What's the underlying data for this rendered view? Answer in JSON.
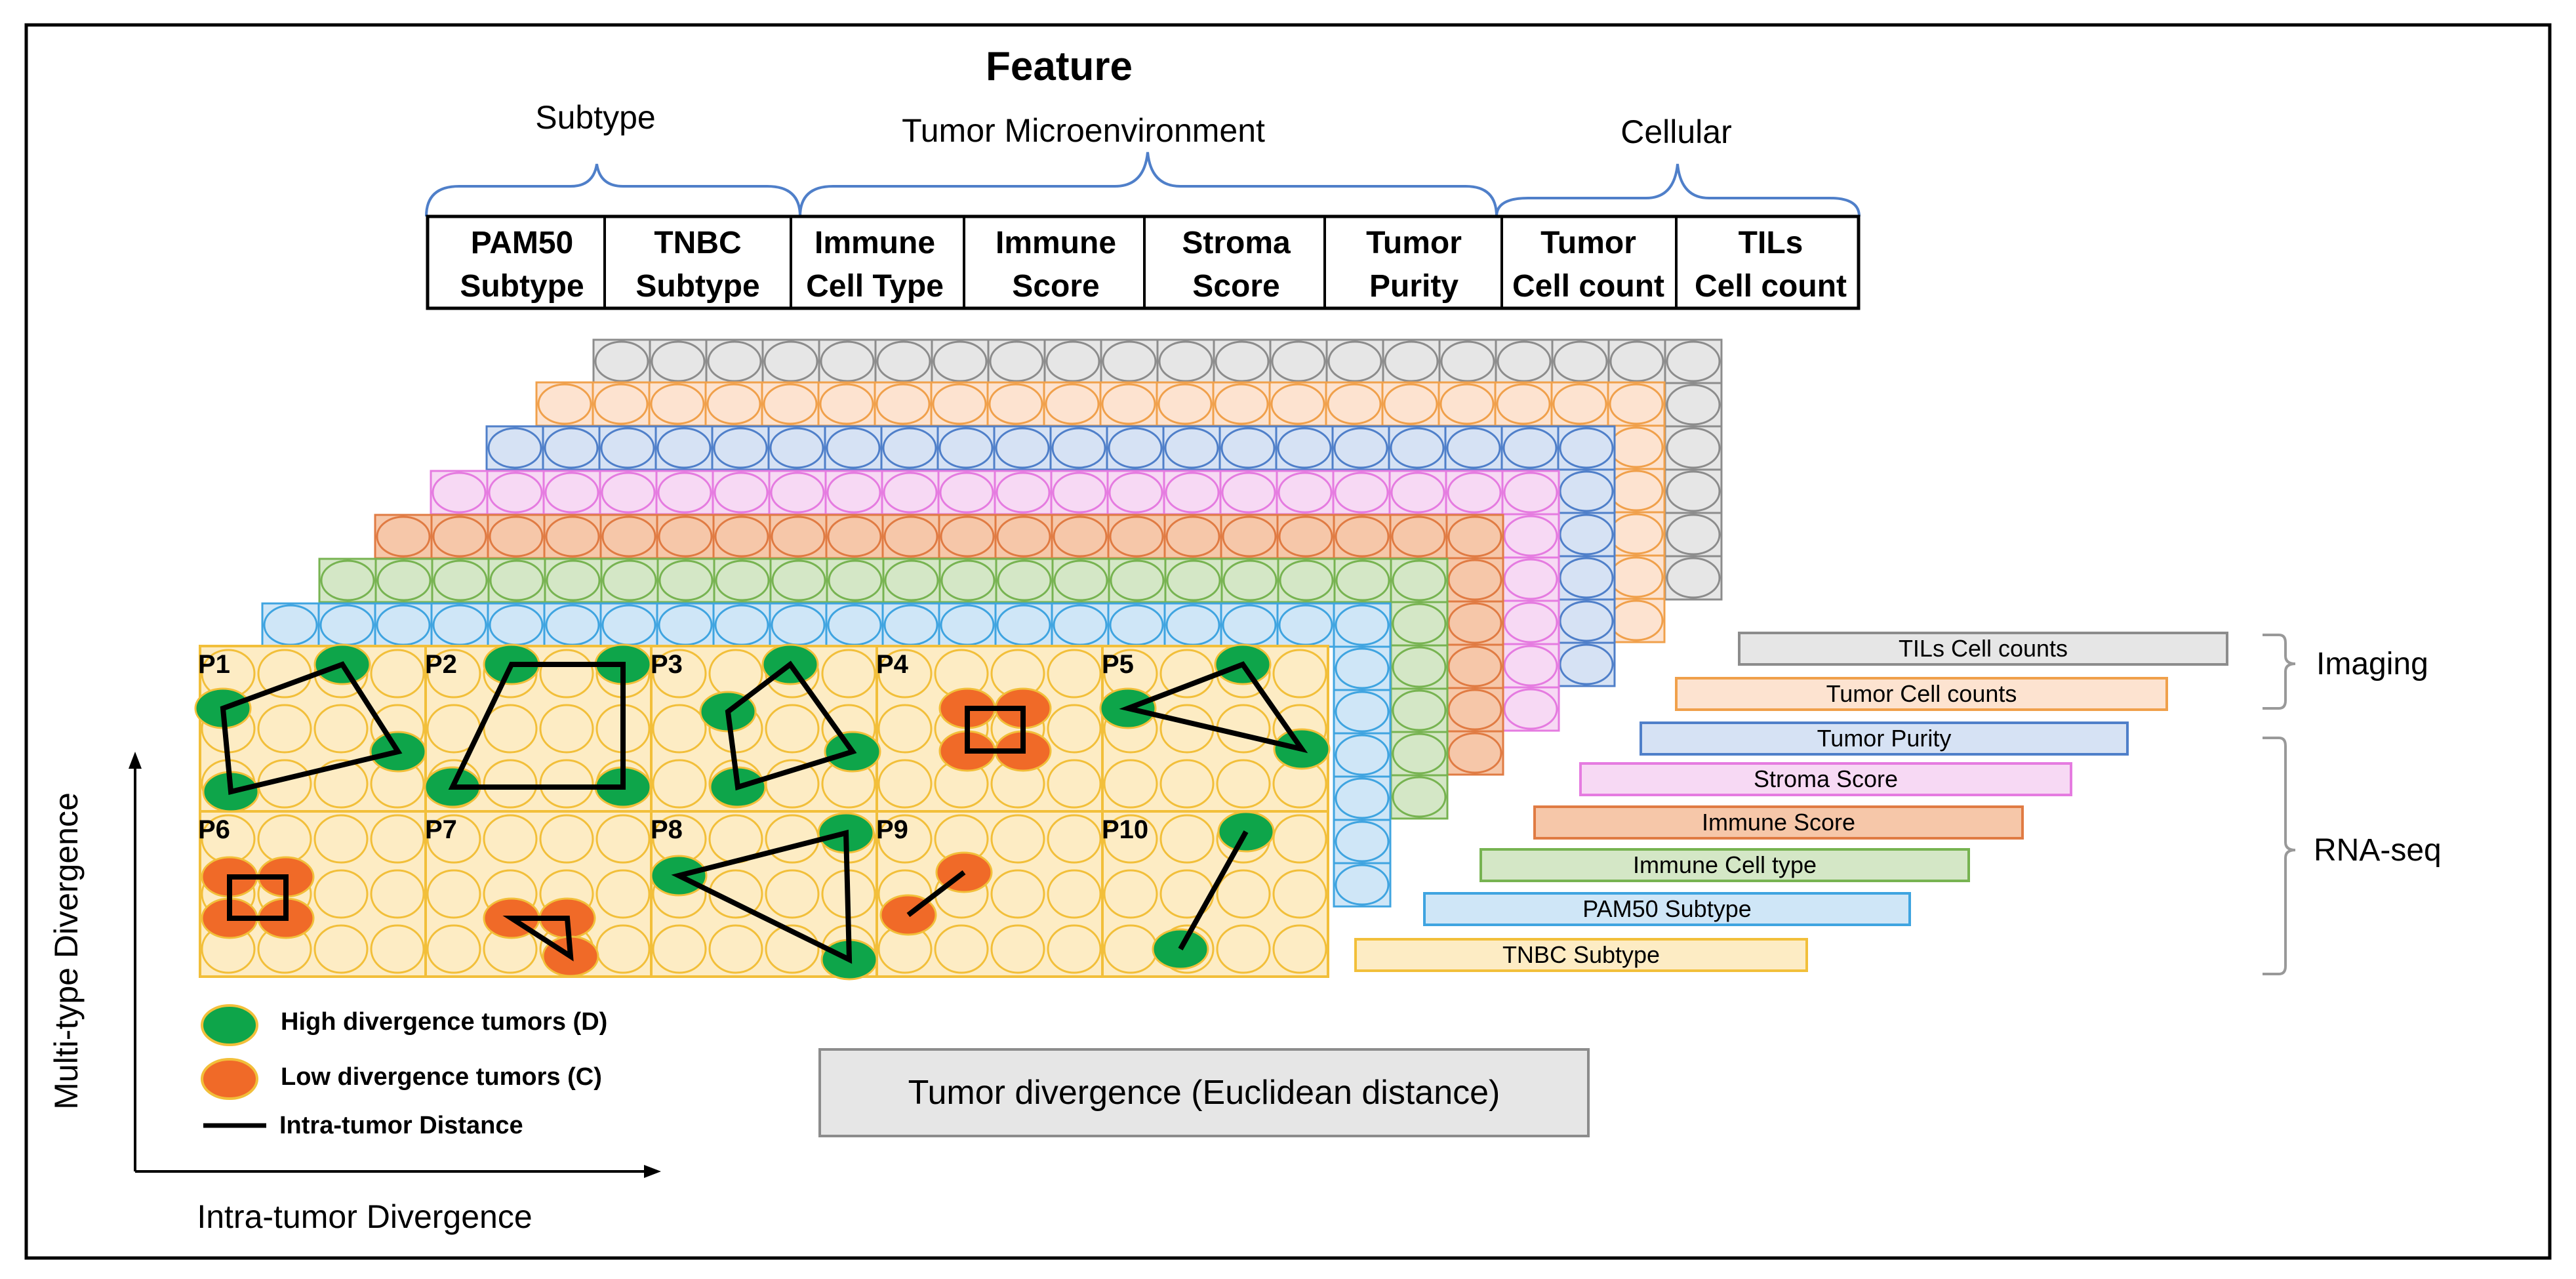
{
  "title": "Feature",
  "groups": [
    {
      "label": "Subtype"
    },
    {
      "label": "Tumor Microenvironment"
    },
    {
      "label": "Cellular"
    }
  ],
  "columns": [
    {
      "line1": "PAM50",
      "line2": "Subtype"
    },
    {
      "line1": "TNBC",
      "line2": "Subtype"
    },
    {
      "line1": "Immune",
      "line2": "Cell Type"
    },
    {
      "line1": "Immune",
      "line2": "Score"
    },
    {
      "line1": "Stroma",
      "line2": "Score"
    },
    {
      "line1": "Tumor",
      "line2": "Purity"
    },
    {
      "line1": "Tumor",
      "line2": "Cell count"
    },
    {
      "line1": "TILs",
      "line2": "Cell count"
    }
  ],
  "layers": [
    {
      "label": "TILs Cell counts",
      "fill": "#e6e6e6",
      "stroke": "#8c8c8c"
    },
    {
      "label": "Tumor Cell counts",
      "fill": "#fde3d0",
      "stroke": "#f0a04b"
    },
    {
      "label": "Tumor Purity",
      "fill": "#d6e2f4",
      "stroke": "#4f7fc9"
    },
    {
      "label": "Stroma Score",
      "fill": "#f7d9f4",
      "stroke": "#e57be0"
    },
    {
      "label": "Immune Score",
      "fill": "#f6c7a9",
      "stroke": "#e07b43"
    },
    {
      "label": "Immune Cell type",
      "fill": "#d4e7c6",
      "stroke": "#77b351"
    },
    {
      "label": "PAM50 Subtype",
      "fill": "#cfe6f7",
      "stroke": "#3fa4e0"
    },
    {
      "label": "TNBC Subtype",
      "fill": "#fdecc4",
      "stroke": "#f2bf3a"
    }
  ],
  "brackets": [
    {
      "label": "Imaging"
    },
    {
      "label": "RNA-seq"
    }
  ],
  "patients": [
    "P1",
    "P2",
    "P3",
    "P4",
    "P5",
    "P6",
    "P7",
    "P8",
    "P9",
    "P10"
  ],
  "legend": {
    "high": "High divergence tumors (D)",
    "low": "Low divergence tumors (C)",
    "distance": "Intra-tumor Distance"
  },
  "method_box": "Tumor divergence (Euclidean distance)",
  "axes": {
    "y_label": "Multi-type Divergence",
    "x_label": "Intra-tumor Divergence"
  },
  "colors": {
    "high": "#0ea54a",
    "low": "#f06a28",
    "cell_fill": "#fdecc4",
    "cell_stroke": "#f2bf3a",
    "bracket": "#4f7fc9"
  }
}
